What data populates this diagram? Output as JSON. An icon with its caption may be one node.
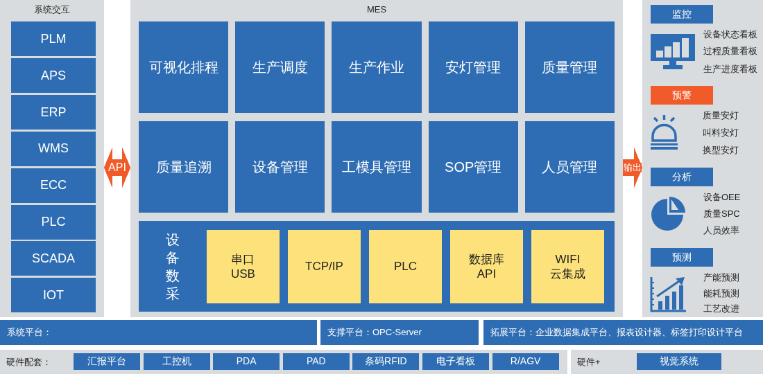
{
  "diagram": {
    "nodes": [
      {
        "text": [
          "系统交互"
        ]
      },
      {
        "text": [
          "PLM"
        ],
        "in": 0
      },
      {
        "text": [
          "APS"
        ],
        "in": 0
      },
      {
        "text": [
          "ERP"
        ],
        "in": 0
      },
      {
        "text": [
          "WMS"
        ],
        "in": 0
      },
      {
        "text": [
          "ECC"
        ],
        "in": 0
      },
      {
        "text": [
          "PLC"
        ],
        "in": 0
      },
      {
        "text": [
          "SCADA"
        ],
        "in": 0
      },
      {
        "text": [
          "IOT"
        ],
        "in": 0
      },
      {
        "text": [
          "MES"
        ]
      },
      {
        "text": [
          "可视化排程"
        ],
        "in": 9
      },
      {
        "text": [
          "生产调度"
        ],
        "in": 9
      },
      {
        "text": [
          "生产作业"
        ],
        "in": 9
      },
      {
        "text": [
          "安灯管理"
        ],
        "in": 9
      },
      {
        "text": [
          "质量管理"
        ],
        "in": 9
      },
      {
        "text": [
          "质量追溯"
        ],
        "in": 9
      },
      {
        "text": [
          "设备管理"
        ],
        "in": 9
      },
      {
        "text": [
          "工模具管理"
        ],
        "in": 9
      },
      {
        "text": [
          "SOP管理"
        ],
        "in": 9
      },
      {
        "text": [
          "人员管理"
        ],
        "in": 9
      },
      {
        "text": [
          "设备数采"
        ],
        "in": 9
      },
      {
        "text": [
          "串口 USB"
        ],
        "in": 20
      },
      {
        "text": [
          "TCP/IP"
        ],
        "in": 20
      },
      {
        "text": [
          "PLC"
        ],
        "in": 20
      },
      {
        "text": [
          "数据库 API"
        ],
        "in": 20
      },
      {
        "text": [
          "WIFI 云集成"
        ],
        "in": 20
      },
      {
        "text": [],
        "shape": "box"
      },
      {
        "text": [
          "监控"
        ],
        "in": 26
      },
      {
        "text": [
          "预警"
        ],
        "in": 26
      },
      {
        "text": [
          "分析"
        ],
        "in": 26
      },
      {
        "text": [
          "预测"
        ],
        "in": 26
      },
      {
        "text": [
          "系统平台："
        ]
      },
      {
        "text": [
          "支撑平台：OPC-Server"
        ]
      },
      {
        "text": [
          "拓展平台：企业数据集成平台、报表设计器、标签打印设计平台"
        ]
      },
      {
        "text": [
          "硬件配套："
        ]
      },
      {
        "text": [
          "汇报平台"
        ],
        "in": 34
      },
      {
        "text": [
          "工控机"
        ],
        "in": 34
      },
      {
        "text": [
          "PDA"
        ],
        "in": 34
      },
      {
        "text": [
          "PAD"
        ],
        "in": 34
      },
      {
        "text": [
          "条码RFID"
        ],
        "in": 34
      },
      {
        "text": [
          "电子看板"
        ],
        "in": 34
      },
      {
        "text": [
          "R/AGV"
        ],
        "in": 34
      },
      {
        "text": [
          "硬件+"
        ]
      },
      {
        "text": [
          "视觉系统"
        ],
        "in": 42
      }
    ],
    "edges": [
      {
        "from": 0,
        "to": 9,
        "arrow": "both",
        "label": "API"
      },
      {
        "from": 9,
        "to": 26,
        "arrow": "to",
        "label": "输出"
      }
    ],
    "labels": [
      "设备状态看板",
      "过程质量看板",
      "生产进度看板",
      "质量安灯",
      "叫料安灯",
      "换型安灯",
      "设备OEE",
      "质量SPC",
      "人员效率",
      "产能预测",
      "能耗预测",
      "工艺改进"
    ]
  }
}
